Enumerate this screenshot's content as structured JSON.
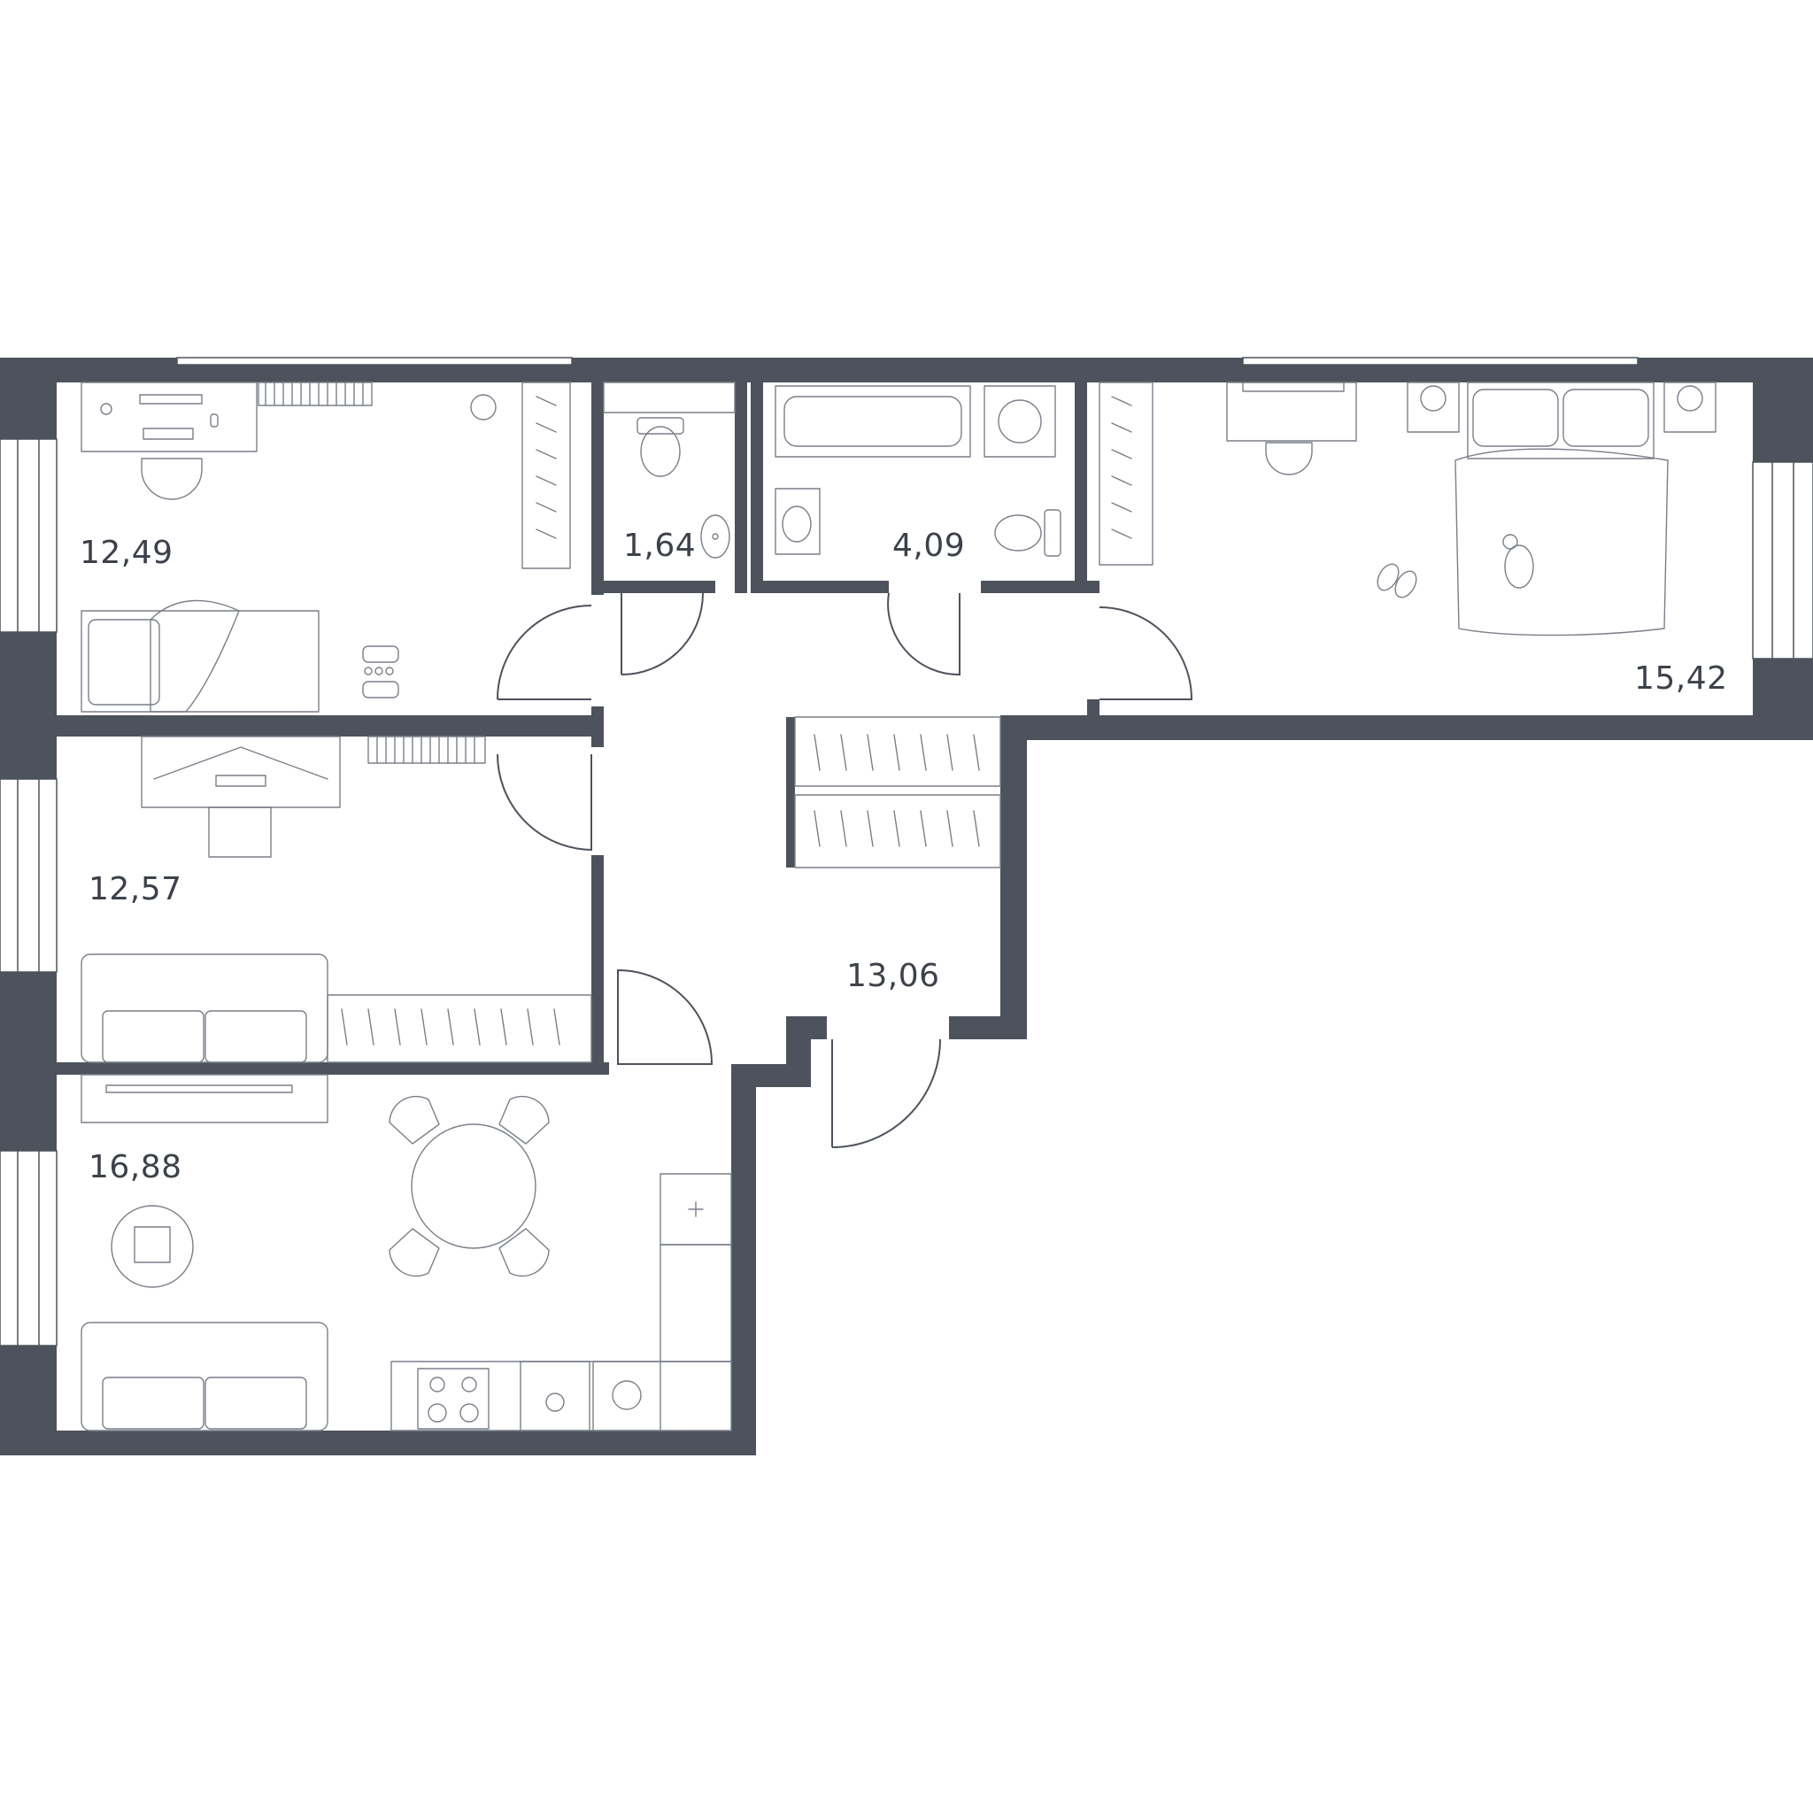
{
  "colors": {
    "wall": "#4d525c",
    "text": "#3c414a",
    "furniture": "#7a7f88",
    "background": "#ffffff"
  },
  "rooms": [
    {
      "id": "bedroom-1",
      "area": "12,49"
    },
    {
      "id": "wc",
      "area": "1,64"
    },
    {
      "id": "bathroom",
      "area": "4,09"
    },
    {
      "id": "bedroom-2",
      "area": "15,42"
    },
    {
      "id": "bedroom-3",
      "area": "12,57"
    },
    {
      "id": "hallway",
      "area": "13,06"
    },
    {
      "id": "kitchen-living",
      "area": "16,88"
    }
  ],
  "furniture_icons": [
    "desk-icon",
    "monitor-icon",
    "keyboard-icon",
    "office-chair-icon",
    "radiator-icon",
    "ball-icon",
    "wardrobe-icon",
    "bed-icon",
    "rollerblades-icon",
    "toilet-icon",
    "sink-icon",
    "bathtub-icon",
    "washing-machine-icon",
    "slippers-icon",
    "cat-icon",
    "fan-icon",
    "sofa-icon",
    "tv-icon",
    "dining-table-icon",
    "chair-icon",
    "coffee-table-icon",
    "fridge-icon",
    "stove-icon",
    "kitchen-sink-icon",
    "oven-icon"
  ]
}
